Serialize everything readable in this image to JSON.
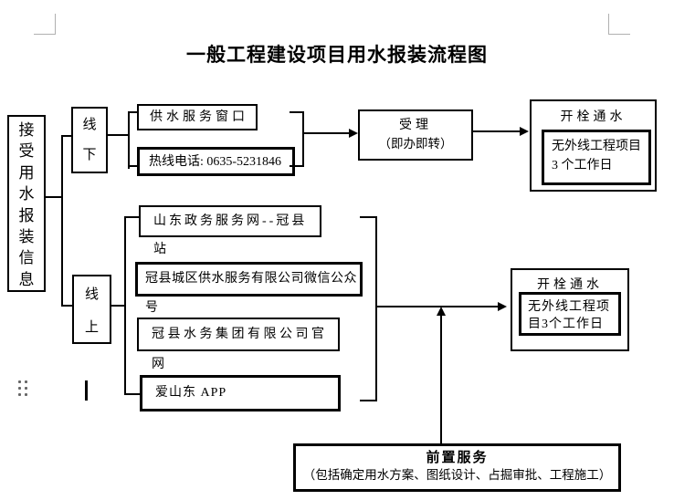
{
  "title": "一般工程建设项目用水报装流程图",
  "flow": {
    "receive": "接受用水报装信息",
    "channel_offline": "线下",
    "channel_online": "线上",
    "offline_items": {
      "window": "供水服务窗口",
      "hotline": "热线电话: 0635-5231846"
    },
    "online_items": {
      "gov_site": "山东政务服务网--冠县站",
      "wechat": "冠县城区供水服务有限公司微信公众号",
      "website": "冠县水务集团有限公司官网",
      "app": "爱山东 APP"
    },
    "accept": {
      "line1": "受理",
      "line2": "（即办即转）"
    },
    "open_valve_top": {
      "title": "开栓通水",
      "line1": "无外线工程项目",
      "line2": "3 个工作日"
    },
    "open_valve_mid": {
      "title": "开栓通水",
      "body": "无外线工程项目3个工作日"
    },
    "pre_service": {
      "title": "前置服务",
      "desc": "（包括确定用水方案、图纸设计、占掘审批、工程施工）"
    }
  }
}
